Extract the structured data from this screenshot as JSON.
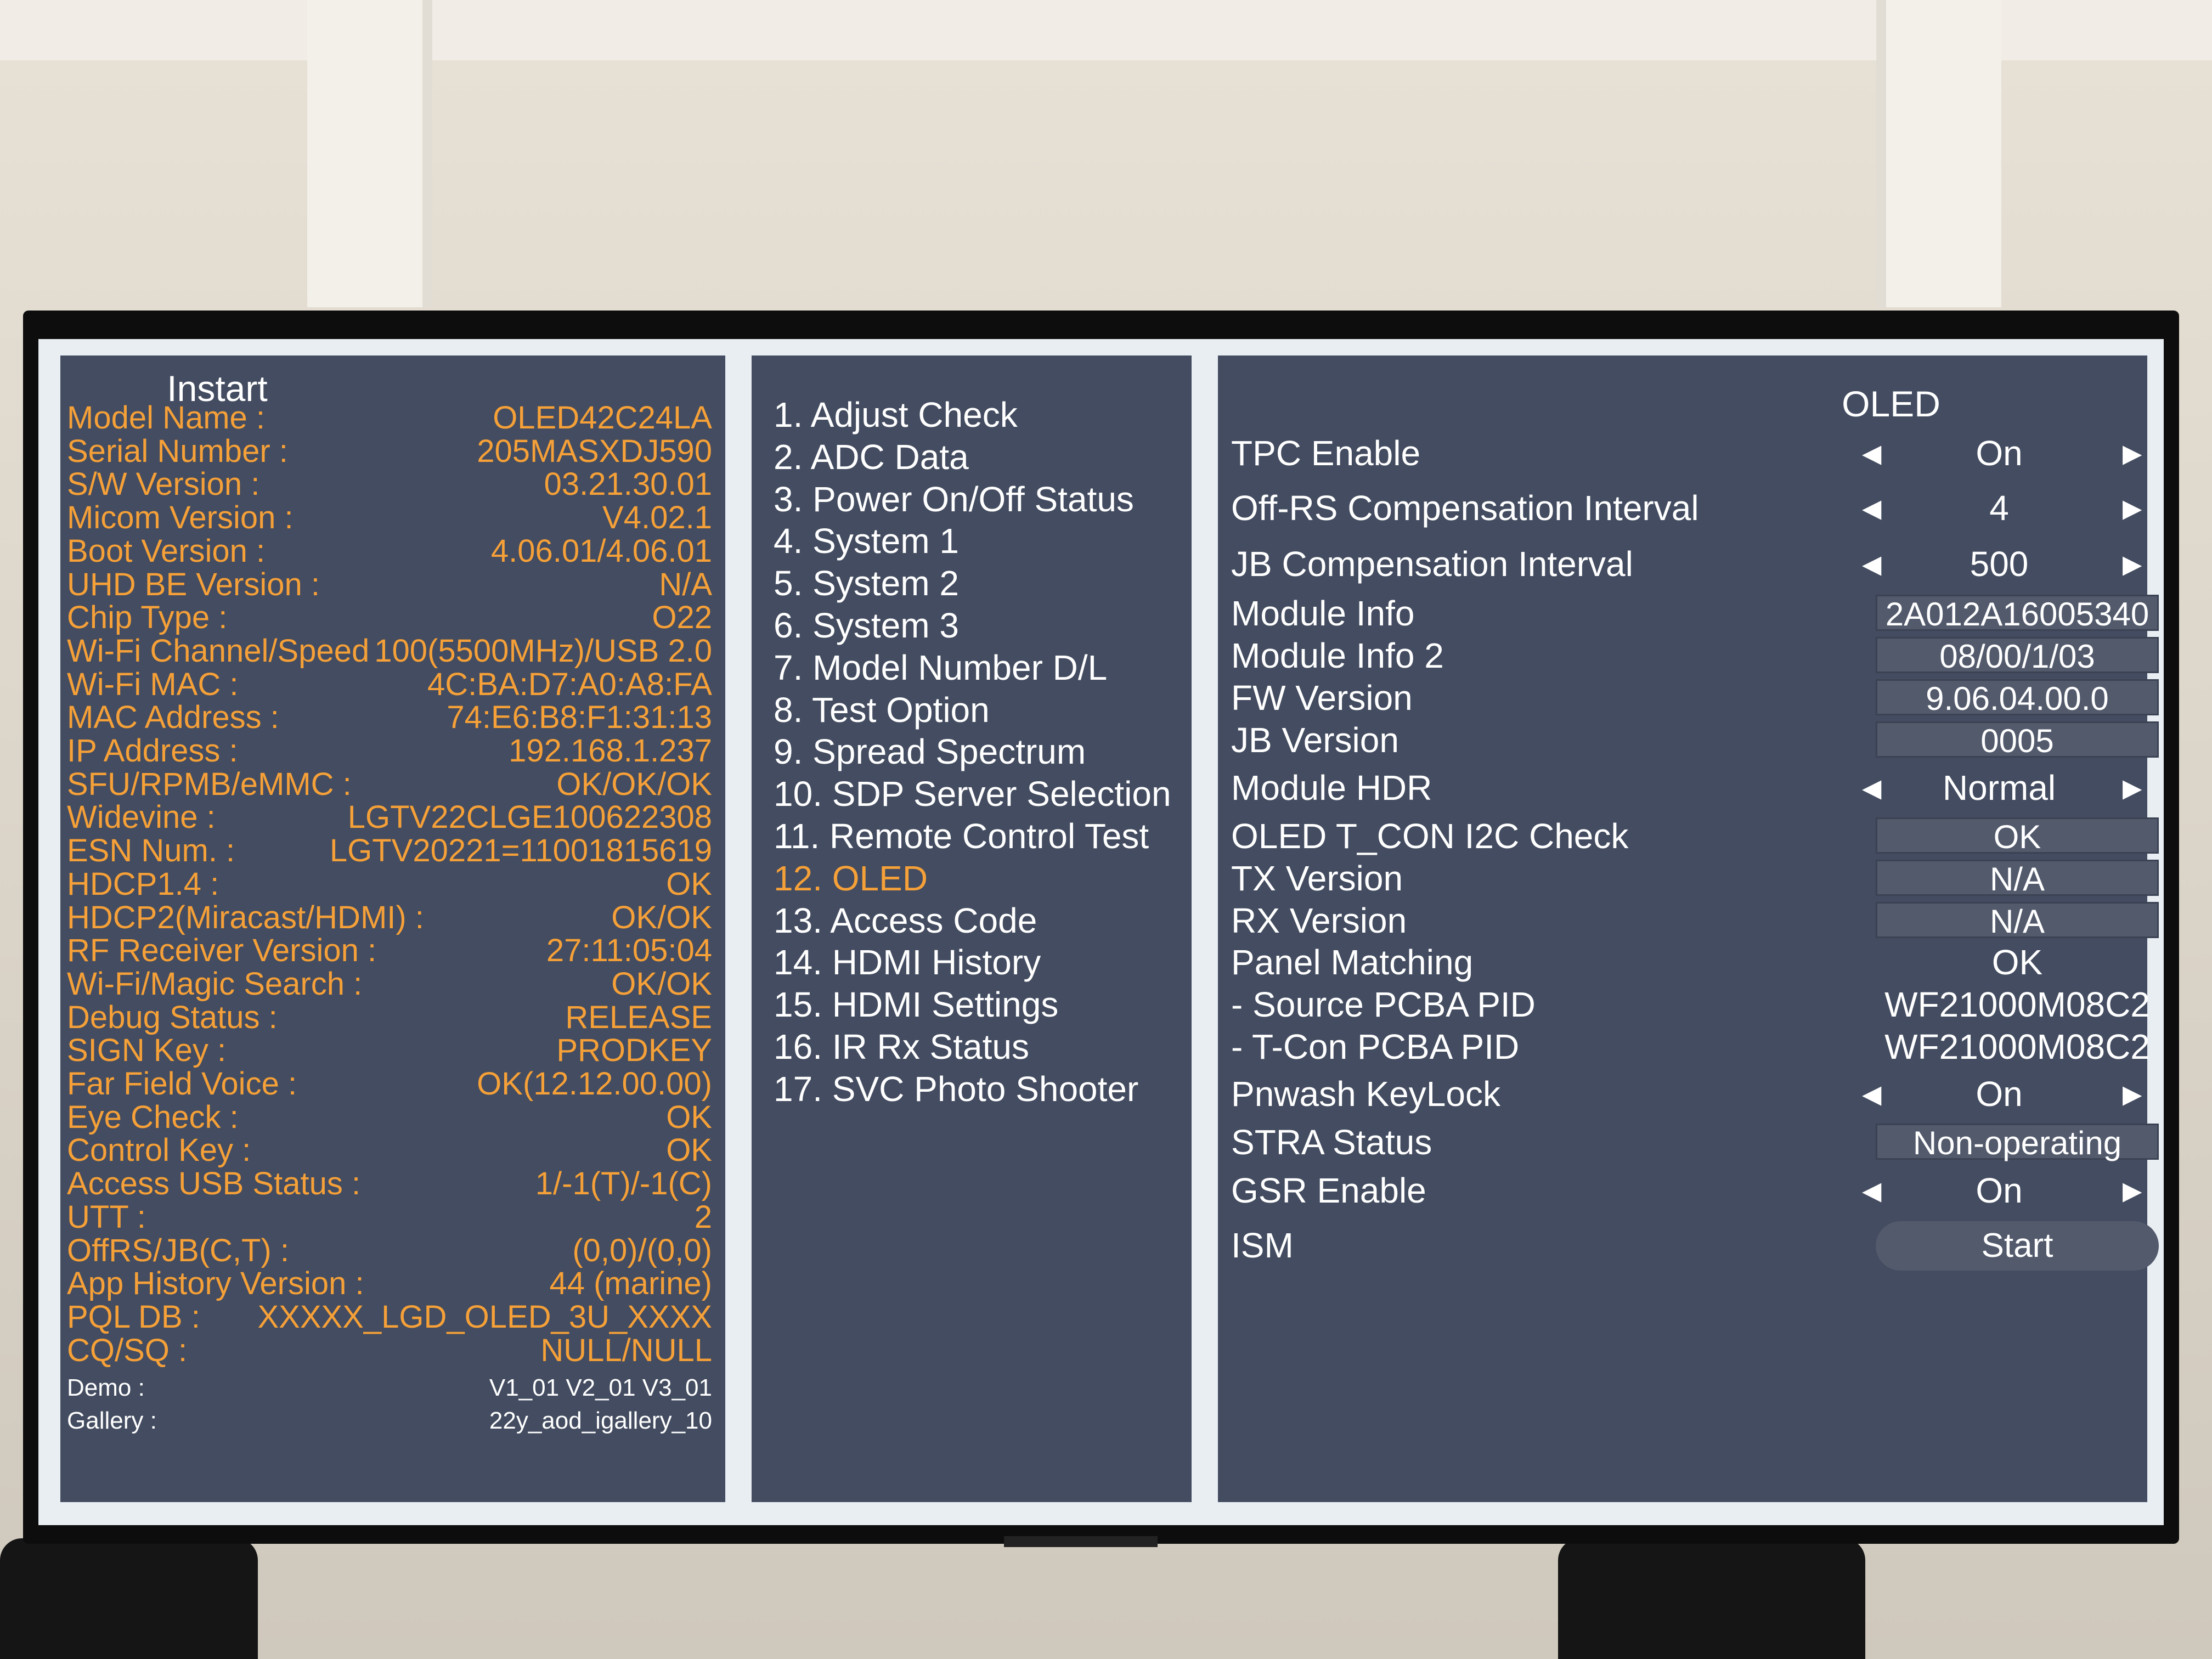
{
  "info": {
    "title": "Instart",
    "rows": [
      {
        "label": "Model Name :",
        "value": "OLED42C24LA"
      },
      {
        "label": "Serial Number :",
        "value": "205MASXDJ590"
      },
      {
        "label": "S/W Version :",
        "value": "03.21.30.01"
      },
      {
        "label": "Micom Version :",
        "value": "V4.02.1"
      },
      {
        "label": "Boot Version :",
        "value": "4.06.01/4.06.01"
      },
      {
        "label": "UHD BE Version :",
        "value": "N/A"
      },
      {
        "label": "Chip Type :",
        "value": "O22"
      },
      {
        "label": "Wi-Fi Channel/Speed",
        "value": "100(5500MHz)/USB 2.0"
      },
      {
        "label": "Wi-Fi MAC :",
        "value": "4C:BA:D7:A0:A8:FA"
      },
      {
        "label": "MAC Address :",
        "value": "74:E6:B8:F1:31:13"
      },
      {
        "label": "IP Address :",
        "value": "192.168.1.237"
      },
      {
        "label": "SFU/RPMB/eMMC :",
        "value": "OK/OK/OK"
      },
      {
        "label": "Widevine :",
        "value": "LGTV22CLGE100622308"
      },
      {
        "label": "ESN Num. :",
        "value": "LGTV20221=11001815619"
      },
      {
        "label": "HDCP1.4 :",
        "value": "OK"
      },
      {
        "label": "HDCP2(Miracast/HDMI) :",
        "value": "OK/OK"
      },
      {
        "label": "RF Receiver Version :",
        "value": "27:11:05:04"
      },
      {
        "label": "Wi-Fi/Magic Search :",
        "value": "OK/OK"
      },
      {
        "label": "Debug Status :",
        "value": "RELEASE"
      },
      {
        "label": "SIGN Key :",
        "value": "PRODKEY"
      },
      {
        "label": "Far Field Voice :",
        "value": "OK(12.12.00.00)"
      },
      {
        "label": "Eye Check :",
        "value": "OK"
      },
      {
        "label": "Control Key :",
        "value": "OK"
      },
      {
        "label": "Access USB Status :",
        "value": "1/-1(T)/-1(C)"
      },
      {
        "label": "UTT :",
        "value": "2"
      },
      {
        "label": "OffRS/JB(C,T) :",
        "value": "(0,0)/(0,0)"
      },
      {
        "label": "App History Version :",
        "value": "44 (marine)"
      },
      {
        "label": "PQL DB :",
        "value": "XXXXX_LGD_OLED_3U_XXXX"
      },
      {
        "label": "CQ/SQ :",
        "value": "NULL/NULL"
      }
    ],
    "small_rows": [
      {
        "label": "Demo :",
        "value": "V1_01 V2_01 V3_01"
      },
      {
        "label": "Gallery :",
        "value": "22y_aod_igallery_10"
      }
    ]
  },
  "menu": {
    "items": [
      "1. Adjust Check",
      "2. ADC Data",
      "3. Power On/Off Status",
      "4. System 1",
      "5. System 2",
      "6. System 3",
      "7. Model Number D/L",
      "8. Test Option",
      "9. Spread Spectrum",
      "10. SDP Server Selection",
      "11. Remote Control Test",
      "12. OLED",
      "13. Access Code",
      "14. HDMI History",
      "15. HDMI Settings",
      "16. IR Rx Status",
      "17. SVC Photo Shooter"
    ],
    "selected_index": 11
  },
  "oled": {
    "title": "OLED",
    "arrow_left": "◀",
    "arrow_right": "▶",
    "tpc_enable": {
      "label": "TPC Enable",
      "value": "On"
    },
    "offrs_interval": {
      "label": "Off-RS Compensation Interval",
      "value": "4"
    },
    "jb_interval": {
      "label": "JB Compensation Interval",
      "value": "500"
    },
    "module_info": {
      "label": "Module Info",
      "value": "2A012A16005340"
    },
    "module_info2": {
      "label": "Module Info 2",
      "value": "08/00/1/03"
    },
    "fw_version": {
      "label": "FW Version",
      "value": "9.06.04.00.0"
    },
    "jb_version": {
      "label": "JB Version",
      "value": "0005"
    },
    "module_hdr": {
      "label": "Module HDR",
      "value": "Normal"
    },
    "i2c_check": {
      "label": "OLED T_CON I2C Check",
      "value": "OK"
    },
    "tx_version": {
      "label": "TX Version",
      "value": "N/A"
    },
    "rx_version": {
      "label": "RX Version",
      "value": "N/A"
    },
    "panel_matching": {
      "label": "Panel Matching",
      "value": "OK"
    },
    "source_pcba": {
      "label": " - Source PCBA PID",
      "value": "WF21000M08C2"
    },
    "tcon_pcba": {
      "label": " - T-Con PCBA PID",
      "value": "WF21000M08C2"
    },
    "pnwash_keylock": {
      "label": "Pnwash KeyLock",
      "value": "On"
    },
    "stra_status": {
      "label": "STRA Status",
      "value": "Non-operating"
    },
    "gsr_enable": {
      "label": "GSR Enable",
      "value": "On"
    },
    "ism": {
      "label": "ISM",
      "button": "Start"
    }
  },
  "colors": {
    "panel_bg": "#434c60",
    "highlight_orange": "#f5a038",
    "text_white": "#ffffff"
  }
}
